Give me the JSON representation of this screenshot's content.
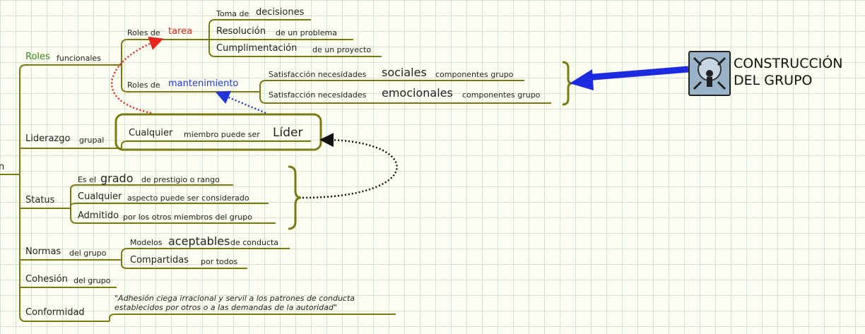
{
  "title": "CONSTRUCCIÓN\nDEL GRUPO",
  "icon": "group-construction-icon",
  "colors": {
    "branch": "#7a7a10",
    "accent_green": "#3a8a1a",
    "accent_red": "#e8231c",
    "accent_blue": "#2236d8",
    "arrow_blue": "#1d2be0"
  },
  "nodes": {
    "roles": {
      "a": "Roles",
      "b": "funcionales"
    },
    "roles_tarea": {
      "a": "Roles de",
      "b": "tarea"
    },
    "toma": {
      "a": "Toma de",
      "b": "decisiones"
    },
    "resolucion": {
      "a": "Resolución",
      "b": "de un problema"
    },
    "cumplimentacion": {
      "a": "Cumplimentación",
      "b": "de un proyecto"
    },
    "roles_mant": {
      "a": "Roles de",
      "b": "mantenimiento"
    },
    "sat_soc": {
      "a": "Satisfacción necesidades",
      "b": "sociales",
      "c": "componentes grupo"
    },
    "sat_emo": {
      "a": "Satisfacción necesidades",
      "b": "emocionales",
      "c": "componentes grupo"
    },
    "liderazgo": {
      "a": "Liderazgo",
      "b": "grupal"
    },
    "cualquier_lider": {
      "a": "Cualquier",
      "b": "miembro puede ser",
      "c": "Líder"
    },
    "status": {
      "a": "Status"
    },
    "grado": {
      "a": "Es el",
      "b": "grado",
      "c": "de prestigio o rango"
    },
    "aspecto": {
      "a": "Cualquier",
      "b": "aspecto puede ser considerado"
    },
    "admitido": {
      "a": "Admitido",
      "b": "por los otros miembros del grupo"
    },
    "normas": {
      "a": "Normas",
      "b": "del grupo"
    },
    "modelos": {
      "a": "Modelos",
      "b": "aceptables",
      "c": "de conducta"
    },
    "compartidas": {
      "a": "Compartidas",
      "b": "por todos"
    },
    "cohesion": {
      "a": "Cohesión",
      "b": "del grupo"
    },
    "conformidad": {
      "a": "Conformidad"
    },
    "cita": {
      "a": "\"Adhesión ciega irracional y servil a los patrones de conducta\nestablecidos por otros o a las demandas de la autoridad\""
    },
    "edge_label": {
      "a": "n"
    }
  }
}
